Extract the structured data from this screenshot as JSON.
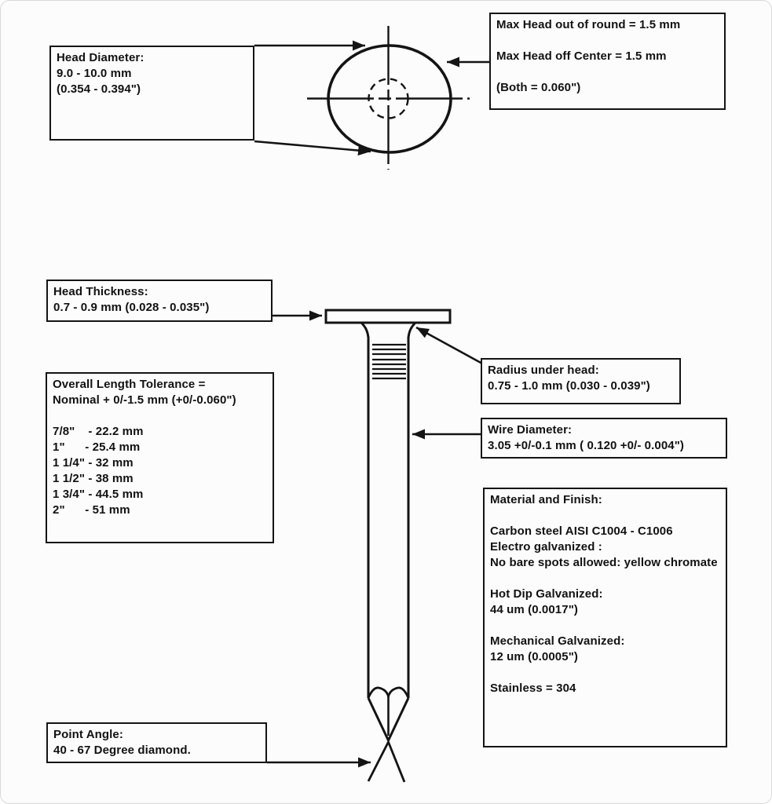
{
  "page": {
    "title": "Nail specification diagram",
    "background_color": "#fcfcfc",
    "ink_color": "#141414"
  },
  "boxes": {
    "head_diameter": {
      "lines": [
        "Head Diameter:",
        "9.0 - 10.0 mm",
        "(0.354 - 0.394\")"
      ]
    },
    "max_head": {
      "lines": [
        "Max Head out of round = 1.5 mm",
        "",
        "Max Head off Center = 1.5 mm",
        "",
        "(Both = 0.060\")"
      ]
    },
    "head_thickness": {
      "lines": [
        "Head Thickness:",
        "0.7 - 0.9 mm (0.028 - 0.035\")"
      ]
    },
    "overall_length": {
      "lines": [
        "Overall Length Tolerance =",
        "Nominal + 0/-1.5 mm (+0/-0.060\")",
        "",
        "7/8\"    - 22.2 mm",
        "1\"      - 25.4 mm",
        "1 1/4\" - 32 mm",
        "1 1/2\" - 38 mm",
        "1 3/4\" - 44.5 mm",
        "2\"      - 51 mm"
      ]
    },
    "radius_under_head": {
      "lines": [
        "Radius under head:",
        "0.75 - 1.0 mm (0.030 - 0.039\")"
      ]
    },
    "wire_diameter": {
      "lines": [
        "Wire Diameter:",
        "3.05 +0/-0.1 mm ( 0.120 +0/- 0.004\")"
      ]
    },
    "material_finish": {
      "lines": [
        "Material and Finish:",
        "",
        "Carbon steel AISI C1004 - C1006",
        "Electro galvanized :",
        "No bare spots allowed: yellow chromate",
        "",
        "Hot Dip Galvanized:",
        "44 um (0.0017\")",
        "",
        "Mechanical Galvanized:",
        "12 um (0.0005\")",
        "",
        "Stainless = 304"
      ]
    },
    "point_angle": {
      "lines": [
        "Point Angle:",
        "40 - 67 Degree diamond."
      ]
    }
  }
}
